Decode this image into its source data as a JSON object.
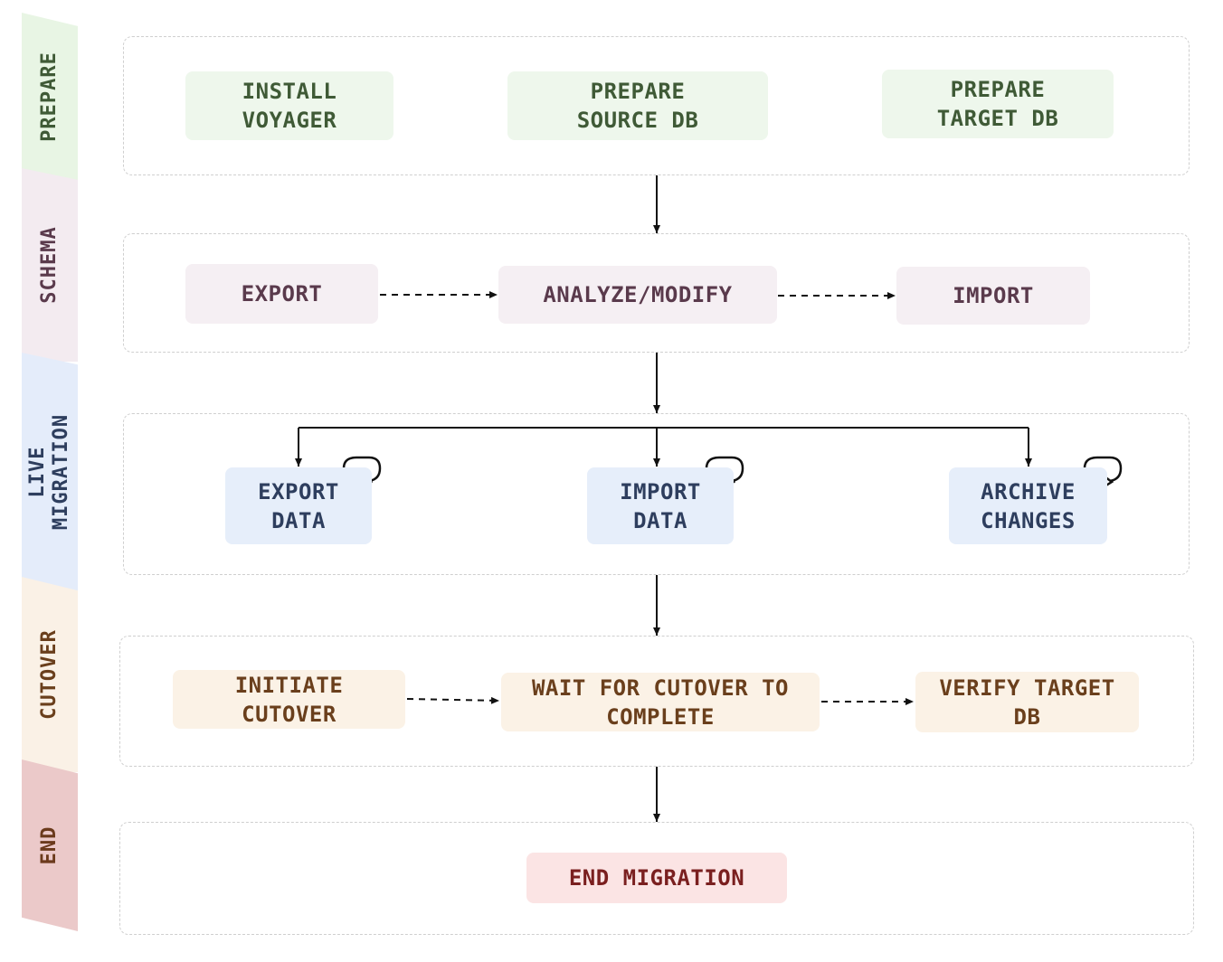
{
  "colors": {
    "prepare_bg": "#eef7ec",
    "prepare_text": "#3f5a36",
    "prepare_ribbon": "#e8f5e4",
    "schema_bg": "#f5eff3",
    "schema_text": "#5a3a4c",
    "schema_ribbon": "#f3ebf0",
    "live_bg": "#e6eefa",
    "live_text": "#2e3e5e",
    "live_ribbon": "#e4ecfa",
    "cutover_bg": "#fbf2e6",
    "cutover_text": "#6a3f1c",
    "cutover_ribbon": "#faf1e6",
    "end_bg": "#fbe4e4",
    "end_text": "#7a1f1f",
    "end_ribbon": "#ebc9c9",
    "end_ribbon_text": "#6b3a1c"
  },
  "phases": {
    "prepare": "PREPARE",
    "schema": "SCHEMA",
    "live": "LIVE\nMIGRATION",
    "cutover": "CUTOVER",
    "end": "END"
  },
  "nodes": {
    "install_voyager": "INSTALL\nVOYAGER",
    "prepare_source_db": "PREPARE\nSOURCE DB",
    "prepare_target_db": "PREPARE\nTARGET DB",
    "export": "EXPORT",
    "analyze_modify": "ANALYZE/MODIFY",
    "import": "IMPORT",
    "export_data": "EXPORT\nDATA",
    "import_data": "IMPORT\nDATA",
    "archive_changes": "ARCHIVE\nCHANGES",
    "initiate_cutover": "INITIATE\nCUTOVER",
    "wait_for_cutover": "WAIT FOR CUTOVER TO\nCOMPLETE",
    "verify_target_db": "VERIFY TARGET\nDB",
    "end_migration": "END MIGRATION"
  }
}
